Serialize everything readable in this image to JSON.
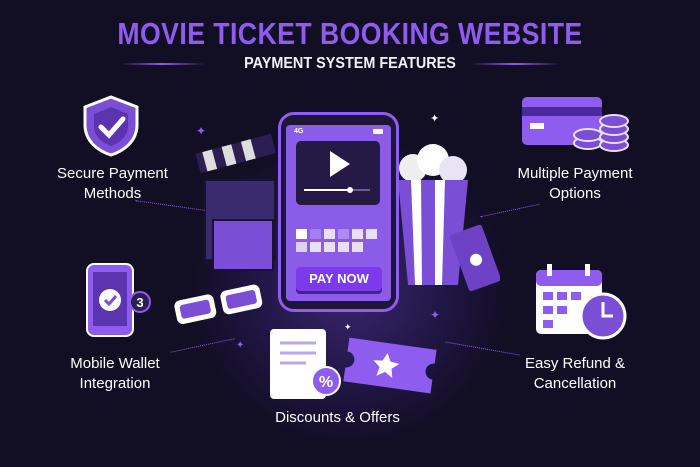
{
  "header": {
    "title": "MOVIE TICKET BOOKING WEBSITE",
    "subtitle": "PAYMENT SYSTEM FEATURES"
  },
  "features": [
    {
      "label_line1": "Secure Payment",
      "label_line2": "Methods",
      "icon": "shield-check-icon"
    },
    {
      "label_line1": "Multiple Payment",
      "label_line2": "Options",
      "icon": "credit-card-coins-icon"
    },
    {
      "label_line1": "Mobile Wallet",
      "label_line2": "Integration",
      "icon": "mobile-wallet-icon",
      "badge": "3"
    },
    {
      "label_line1": "Easy Refund &",
      "label_line2": "Cancellation",
      "icon": "calendar-clock-icon"
    },
    {
      "label_line1": "Discounts & Offers",
      "icon": "discount-ticket-icon",
      "badge": "%"
    }
  ],
  "phone": {
    "pay_button": "PAY NOW",
    "signal": "4G"
  },
  "colors": {
    "background": "#120e24",
    "accent": "#8f5cf0",
    "screen": "#8a5ce8"
  }
}
